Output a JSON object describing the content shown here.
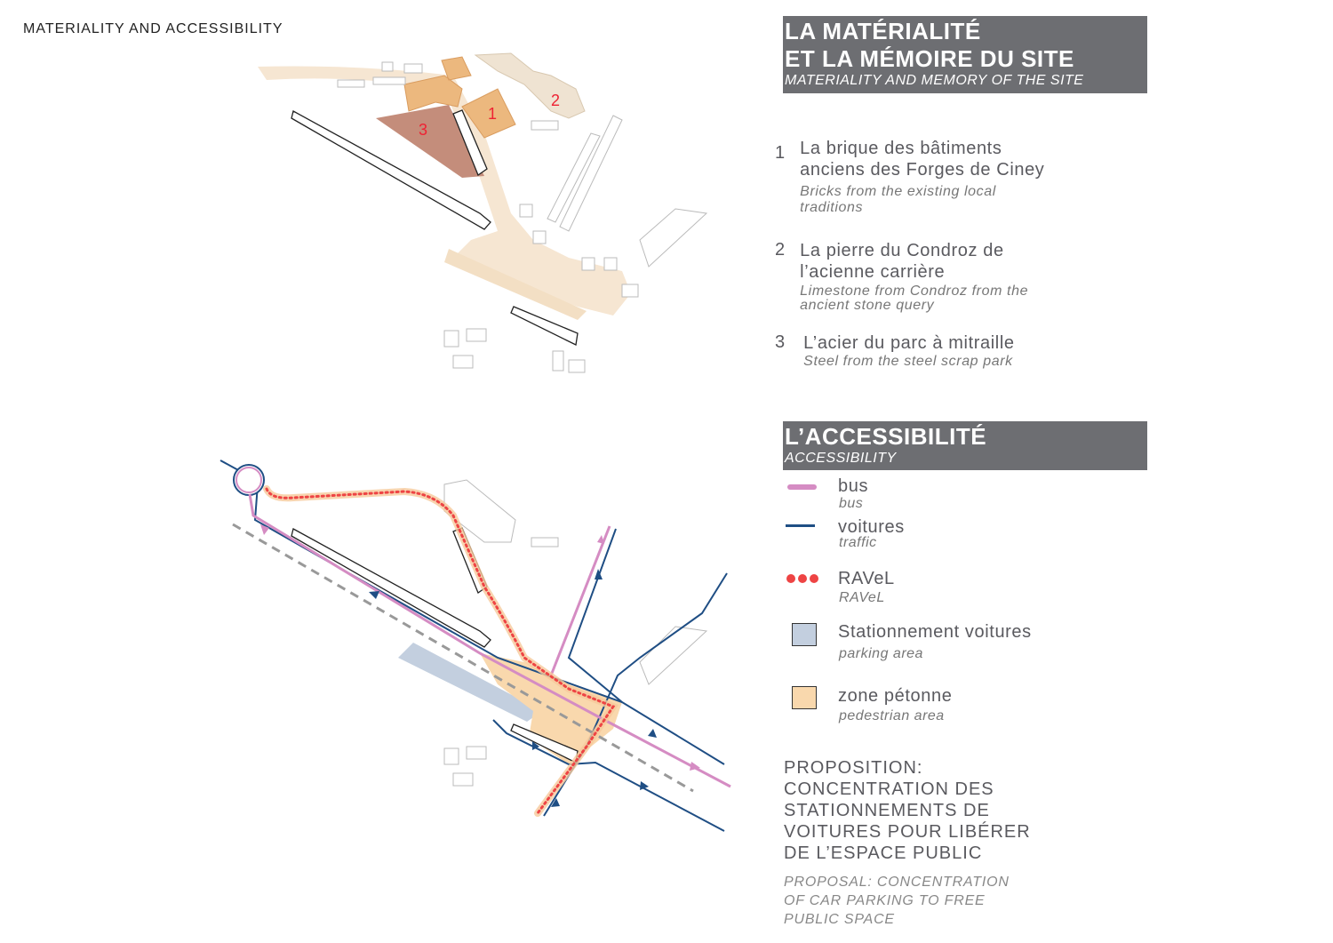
{
  "page_title": "MATERIALITY AND ACCESSIBILITY",
  "materiality": {
    "title_line1": "LA MATÉRIALITÉ",
    "title_line2": "ET LA MÉMOIRE DU SITE",
    "subtitle": "MATERIALITY AND MEMORY OF THE SITE",
    "items": [
      {
        "num": "1",
        "fr_line1": "La brique des bâtiments",
        "fr_line2": "anciens des Forges de Ciney",
        "en_line1": "Bricks from the existing local",
        "en_line2": "traditions"
      },
      {
        "num": "2",
        "fr_line1": "La pierre du Condroz de",
        "fr_line2": "l’acienne carrière",
        "en_line1": "Limestone from Condroz from the",
        "en_line2": "ancient stone query"
      },
      {
        "num": "3",
        "fr_line1": "L’acier du parc à mitraille",
        "en_line1": "Steel from the steel scrap park"
      }
    ],
    "map_labels": [
      "1",
      "2",
      "3"
    ]
  },
  "accessibility": {
    "title": "L’ACCESSIBILITÉ",
    "subtitle": "ACCESSIBILITY",
    "legend": [
      {
        "fr": "bus",
        "en": "bus",
        "color": "#d58cc3"
      },
      {
        "fr": "voitures",
        "en": "traffic",
        "color": "#1f4e84"
      },
      {
        "fr": "RAVeL",
        "en": "RAVeL",
        "color": "#ee4444"
      },
      {
        "fr": "Stationnement voitures",
        "en": "parking area",
        "color": "#c3cfdf"
      },
      {
        "fr": "zone pétonne",
        "en": "pedestrian area",
        "color": "#f9d8ad"
      }
    ],
    "proposal_fr": [
      "PROPOSITION:",
      "CONCENTRATION DES",
      "STATIONNEMENTS DE",
      "VOITURES POUR LIBÉRER",
      "DE L’ESPACE PUBLIC"
    ],
    "proposal_en": [
      "PROPOSAL: CONCENTRATION",
      "OF CAR PARKING TO FREE",
      "PUBLIC SPACE"
    ]
  }
}
